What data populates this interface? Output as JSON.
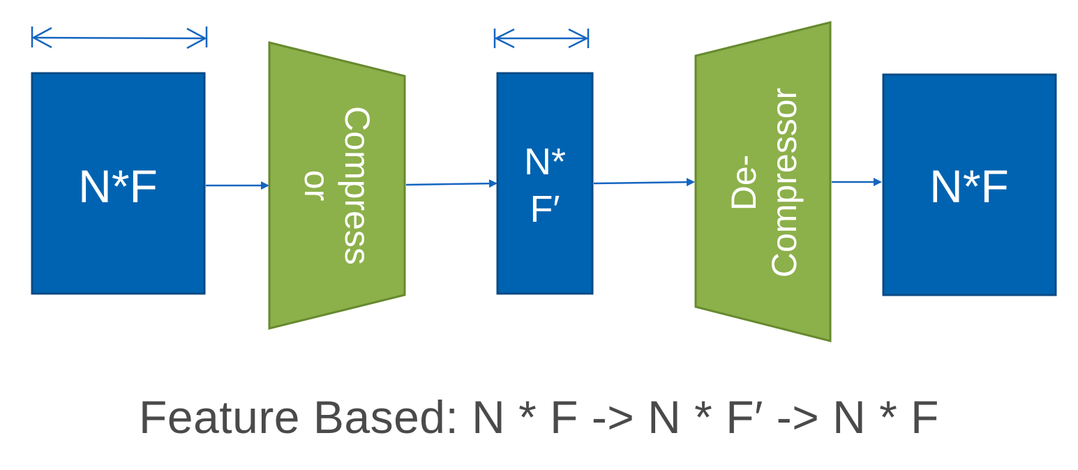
{
  "colors": {
    "block_fill": "#0063b1",
    "block_stroke": "#0a4a85",
    "trapezoid_fill": "#8cb04a",
    "trapezoid_stroke": "#668a2e",
    "arrow": "#1565c0",
    "label_text": "#ffffff",
    "caption_text": "#4a4a4a"
  },
  "blocks": {
    "input": {
      "label": "N*F"
    },
    "latent": {
      "label_line1": "N*",
      "label_line2": "F′"
    },
    "output": {
      "label": "N*F"
    }
  },
  "compressor": {
    "label_line1": "Compress",
    "label_line2": "or"
  },
  "decompressor": {
    "label_line1": "De-",
    "label_line2": "Compressor"
  },
  "caption": "Feature Based: N * F -> N * F′ -> N * F"
}
